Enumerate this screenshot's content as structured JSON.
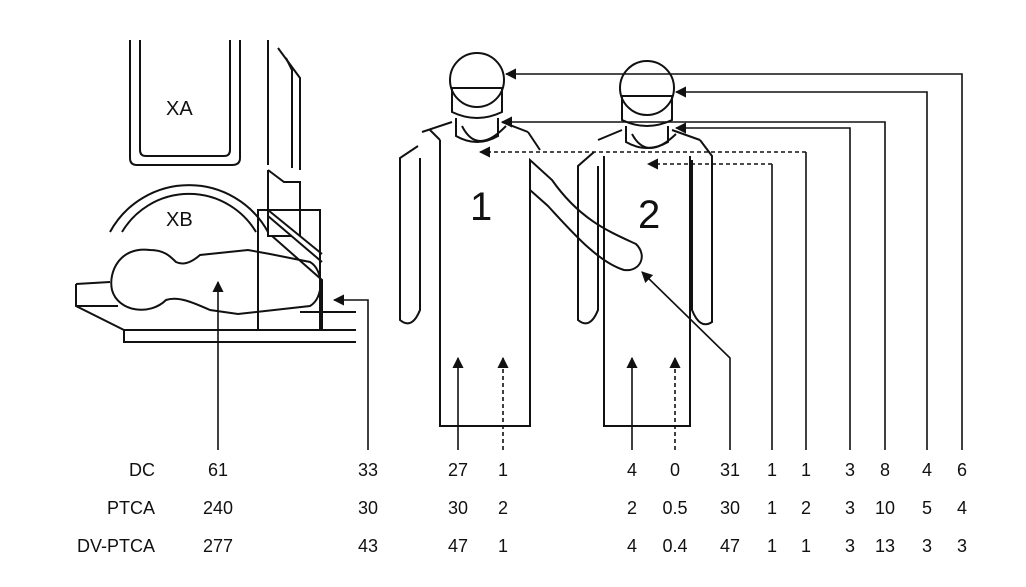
{
  "equipment": {
    "xa_label": "XA",
    "xb_label": "XB"
  },
  "operators": {
    "one_label": "1",
    "two_label": "2"
  },
  "table": {
    "row_labels": [
      "DC",
      "PTCA",
      "DV-PTCA"
    ],
    "rows": [
      [
        "61",
        "33",
        "27",
        "1",
        "4",
        "0",
        "31",
        "1",
        "1",
        "3",
        "8",
        "4",
        "6"
      ],
      [
        "240",
        "30",
        "30",
        "2",
        "2",
        "0.5",
        "30",
        "1",
        "2",
        "3",
        "10",
        "5",
        "4"
      ],
      [
        "277",
        "43",
        "47",
        "1",
        "4",
        "0.4",
        "47",
        "1",
        "1",
        "3",
        "13",
        "3",
        "3"
      ]
    ]
  }
}
